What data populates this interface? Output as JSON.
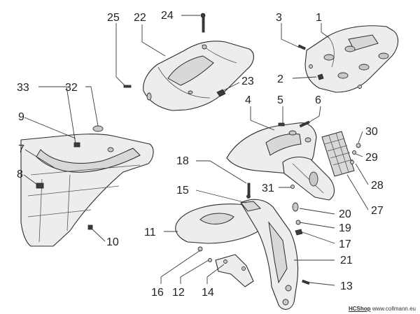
{
  "diagram": {
    "callouts": [
      {
        "id": "c1",
        "label": "1"
      },
      {
        "id": "c2",
        "label": "2"
      },
      {
        "id": "c3",
        "label": "3"
      },
      {
        "id": "c4",
        "label": "4"
      },
      {
        "id": "c5",
        "label": "5"
      },
      {
        "id": "c6",
        "label": "6"
      },
      {
        "id": "c7",
        "label": "7"
      },
      {
        "id": "c8",
        "label": "8"
      },
      {
        "id": "c9",
        "label": "9"
      },
      {
        "id": "c10",
        "label": "10"
      },
      {
        "id": "c11",
        "label": "11"
      },
      {
        "id": "c12",
        "label": "12"
      },
      {
        "id": "c13",
        "label": "13"
      },
      {
        "id": "c14",
        "label": "14"
      },
      {
        "id": "c15",
        "label": "15"
      },
      {
        "id": "c16",
        "label": "16"
      },
      {
        "id": "c17",
        "label": "17"
      },
      {
        "id": "c18",
        "label": "18"
      },
      {
        "id": "c19",
        "label": "19"
      },
      {
        "id": "c20",
        "label": "20"
      },
      {
        "id": "c21",
        "label": "21"
      },
      {
        "id": "c22",
        "label": "22"
      },
      {
        "id": "c23",
        "label": "23"
      },
      {
        "id": "c24",
        "label": "24"
      },
      {
        "id": "c25",
        "label": "25"
      },
      {
        "id": "c27",
        "label": "27"
      },
      {
        "id": "c28",
        "label": "28"
      },
      {
        "id": "c29",
        "label": "29"
      },
      {
        "id": "c30",
        "label": "30"
      },
      {
        "id": "c31",
        "label": "31"
      },
      {
        "id": "c32",
        "label": "32"
      },
      {
        "id": "c33",
        "label": "33"
      }
    ]
  },
  "footer": {
    "brand": "HCShop",
    "url": "www.collmann.eu"
  }
}
